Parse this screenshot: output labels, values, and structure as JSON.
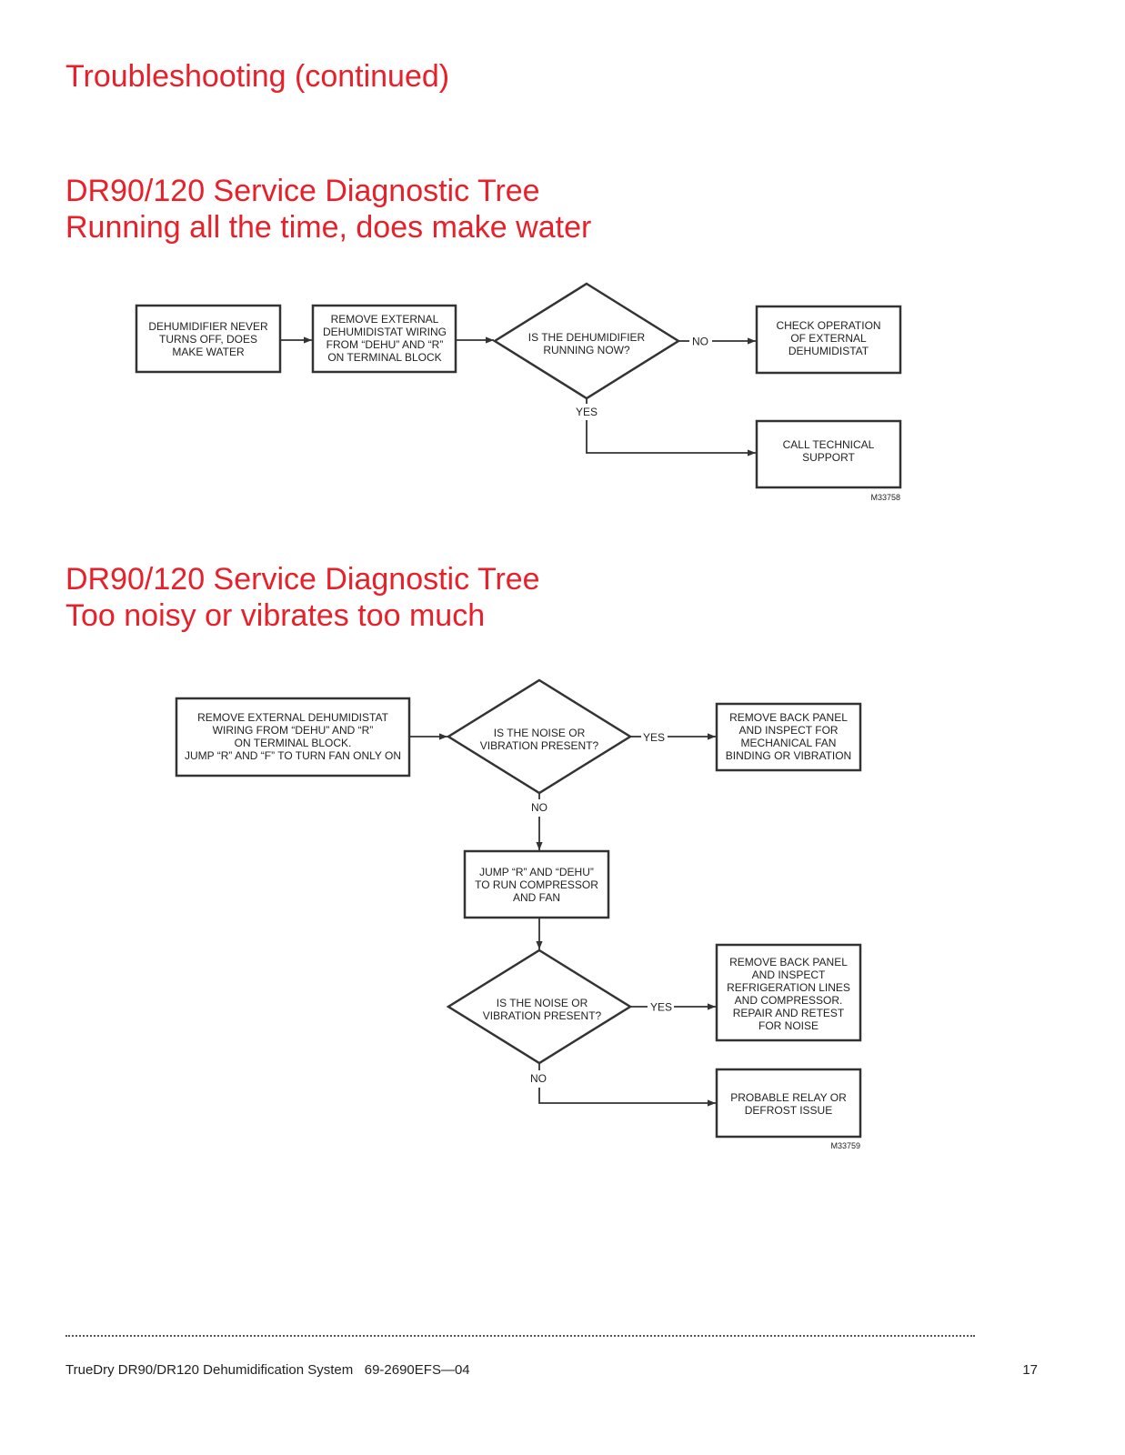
{
  "page_title": "Troubleshooting (continued)",
  "section1": {
    "title_line1": "DR90/120 Service Diagnostic Tree",
    "title_line2": "Running all the time, does make water",
    "nodes": {
      "start": [
        "DEHUMIDIFIER NEVER",
        "TURNS OFF, DOES",
        "MAKE WATER"
      ],
      "remove_wiring": [
        "REMOVE EXTERNAL",
        "DEHUMIDISTAT WIRING",
        "FROM “DEHU” AND “R”",
        "ON TERMINAL BLOCK"
      ],
      "decision": [
        "IS THE DEHUMIDIFIER",
        "RUNNING NOW?"
      ],
      "check_operation": [
        "CHECK OPERATION",
        "OF EXTERNAL",
        "DEHUMIDISTAT"
      ],
      "call_support": [
        "CALL TECHNICAL",
        "SUPPORT"
      ]
    },
    "labels": {
      "no": "NO",
      "yes": "YES"
    },
    "figure_code": "M33758"
  },
  "section2": {
    "title_line1": "DR90/120 Service Diagnostic Tree",
    "title_line2": "Too noisy or vibrates too much",
    "nodes": {
      "start": [
        "REMOVE EXTERNAL DEHUMIDISTAT",
        "WIRING FROM “DEHU” AND “R”",
        "ON TERMINAL BLOCK.",
        "JUMP “R” AND “F” TO TURN FAN ONLY ON"
      ],
      "decision1": [
        "IS THE NOISE OR",
        "VIBRATION PRESENT?"
      ],
      "fan_inspect": [
        "REMOVE BACK PANEL",
        "AND INSPECT FOR",
        "MECHANICAL FAN",
        "BINDING OR VIBRATION"
      ],
      "jump": [
        "JUMP “R” AND “DEHU”",
        "TO RUN COMPRESSOR",
        "AND FAN"
      ],
      "decision2": [
        "IS THE NOISE OR",
        "VIBRATION PRESENT?"
      ],
      "refrig_inspect": [
        "REMOVE BACK PANEL",
        "AND INSPECT",
        "REFRIGERATION LINES",
        "AND COMPRESSOR.",
        "REPAIR AND RETEST",
        "FOR NOISE"
      ],
      "relay": [
        "PROBABLE RELAY OR",
        "DEFROST ISSUE"
      ]
    },
    "labels": {
      "yes1": "YES",
      "no1": "NO",
      "yes2": "YES",
      "no2": "NO"
    },
    "figure_code": "M33759"
  },
  "footer": {
    "doc": "TrueDry DR90/DR120 Dehumidification System   69-2690EFS—04",
    "page": "17"
  }
}
